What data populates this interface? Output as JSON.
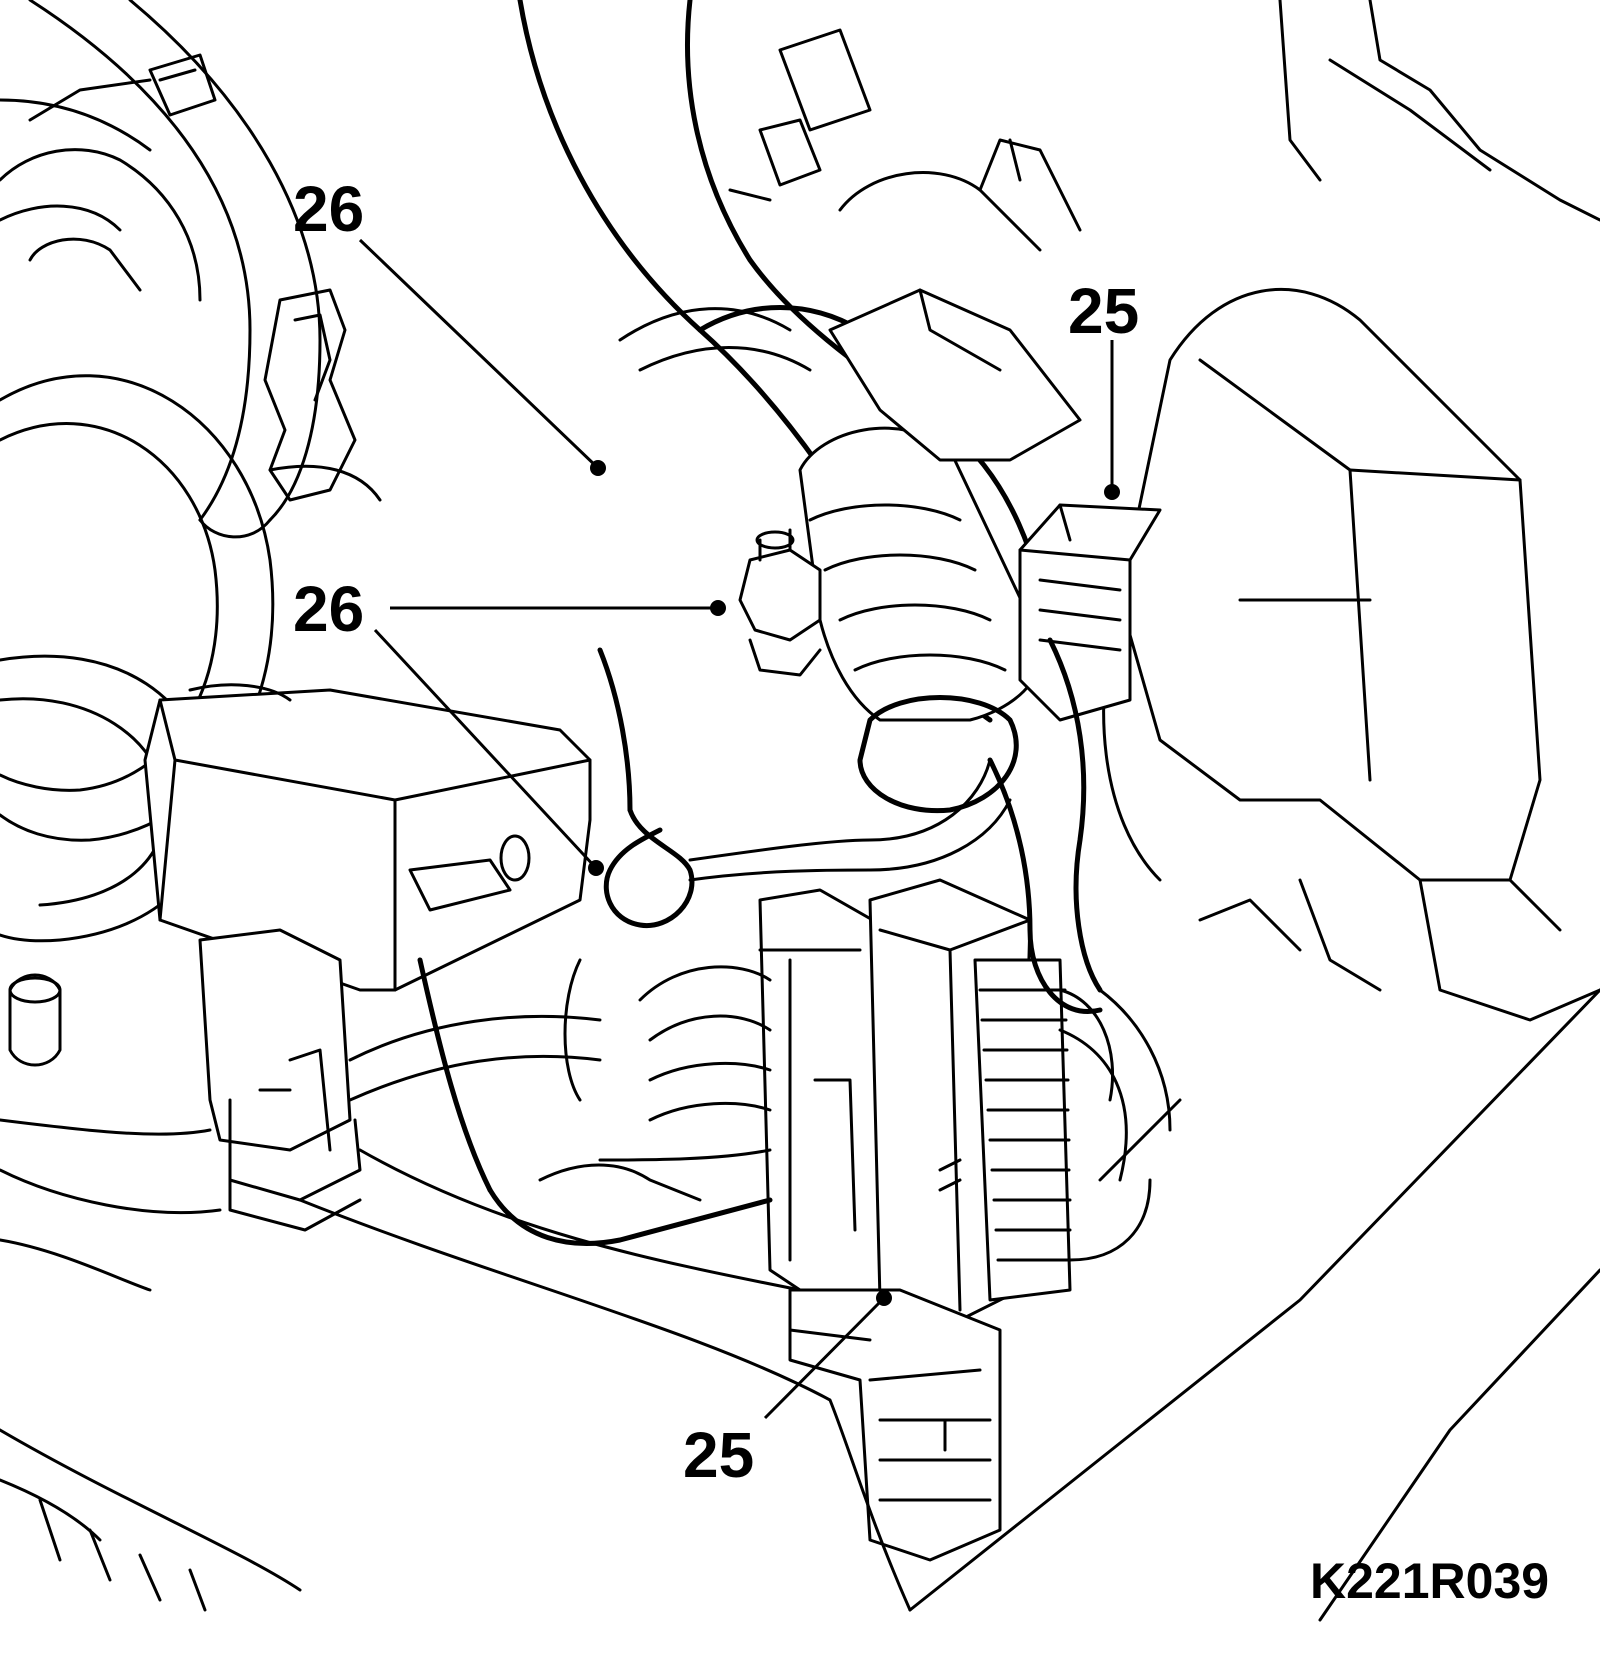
{
  "figure_code": "K221R039",
  "callouts": [
    {
      "id": "top-left",
      "label": "26"
    },
    {
      "id": "mid-left",
      "label": "26"
    },
    {
      "id": "top-right",
      "label": "25"
    },
    {
      "id": "bottom",
      "label": "25"
    }
  ]
}
